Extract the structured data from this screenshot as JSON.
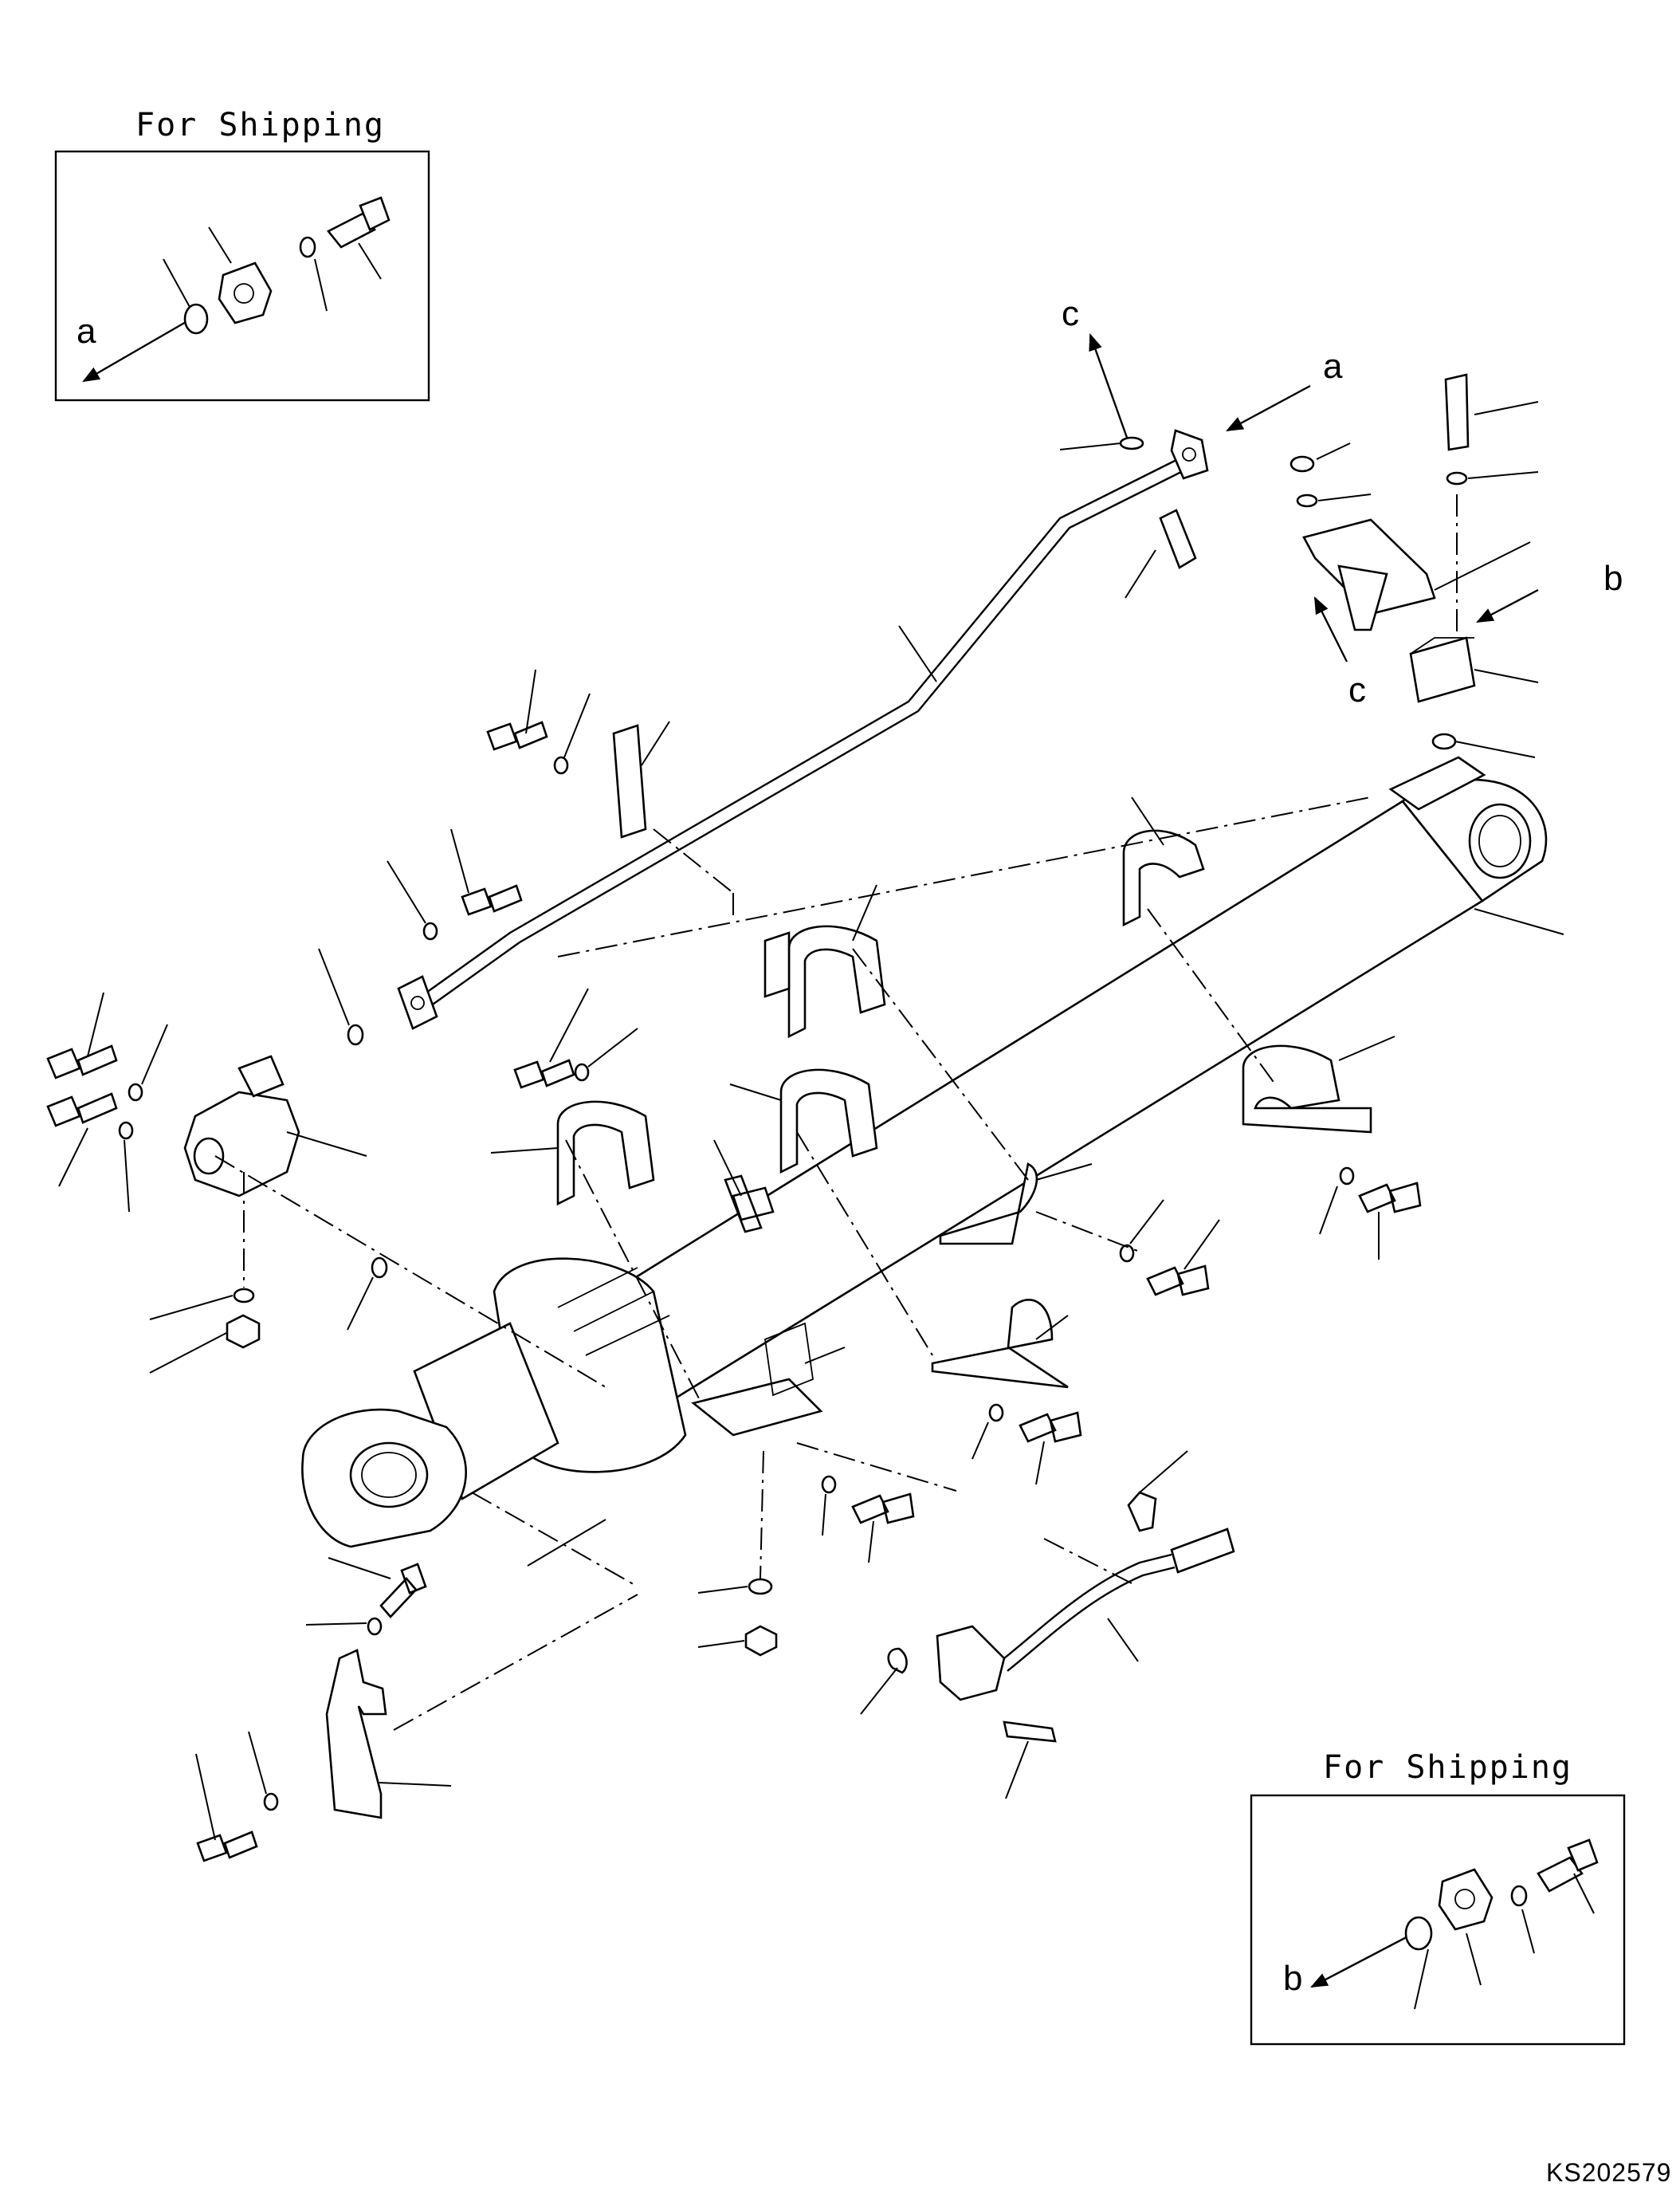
{
  "diagram": {
    "insets": [
      {
        "title": "For Shipping",
        "arrow_letter": "a"
      },
      {
        "title": "For Shipping",
        "arrow_letter": "b"
      }
    ],
    "callout_letters": {
      "a": "a",
      "b": "b",
      "c_top": "c",
      "c_bracket": "c"
    },
    "drawing_code": "KS202579"
  }
}
